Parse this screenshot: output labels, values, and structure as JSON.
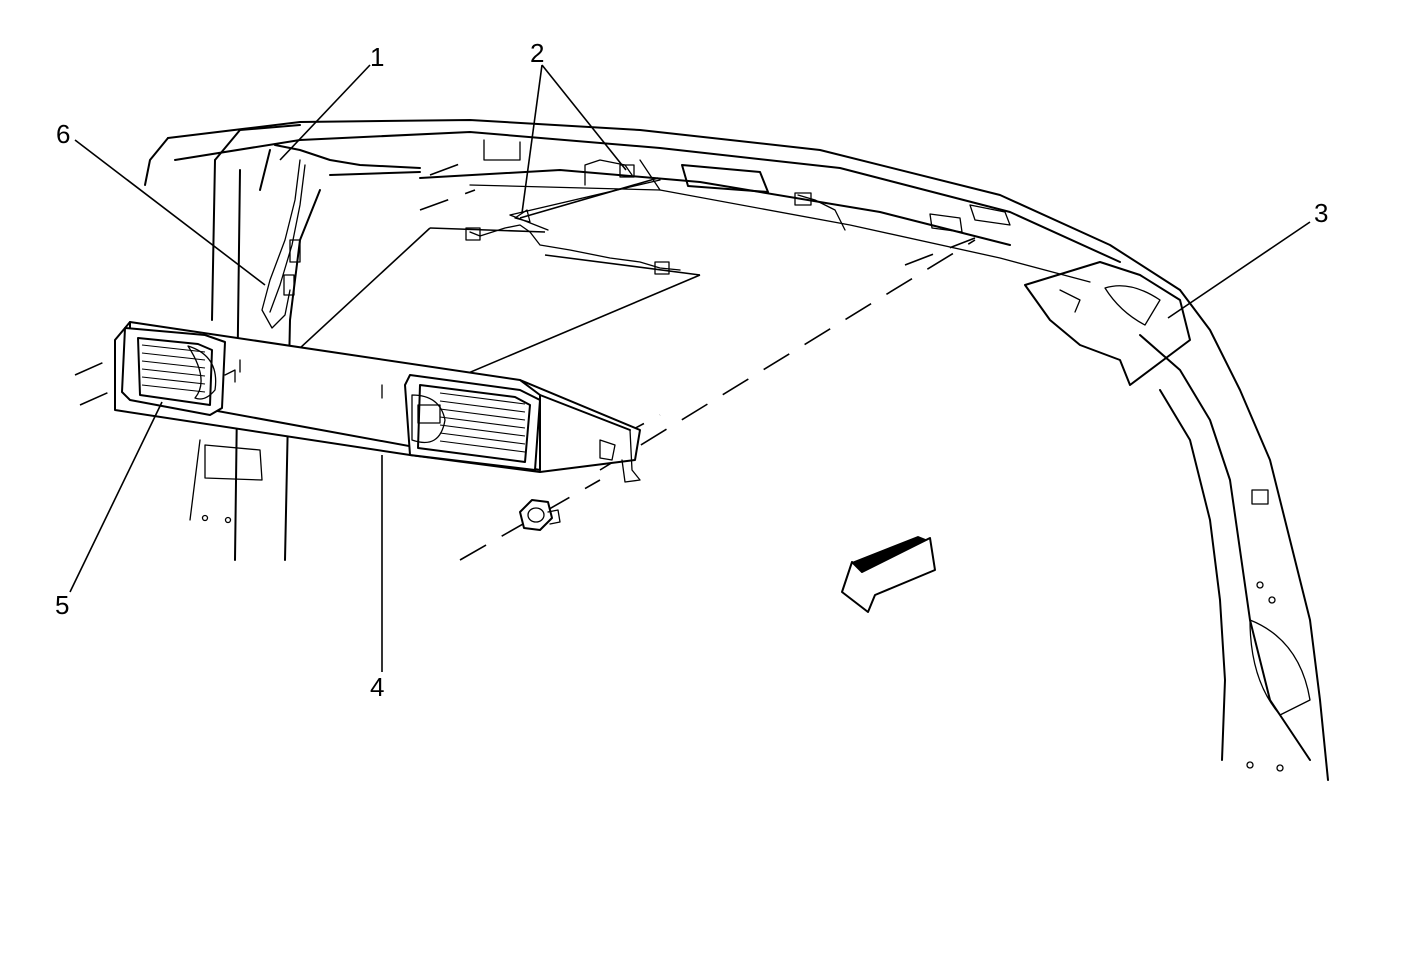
{
  "callouts": {
    "c1": "1",
    "c2": "2",
    "c3": "3",
    "c4": "4",
    "c5": "5",
    "c6": "6"
  },
  "icons": {
    "direction_arrow": "front-direction-arrow-icon",
    "nut": "retaining-nut-icon"
  }
}
